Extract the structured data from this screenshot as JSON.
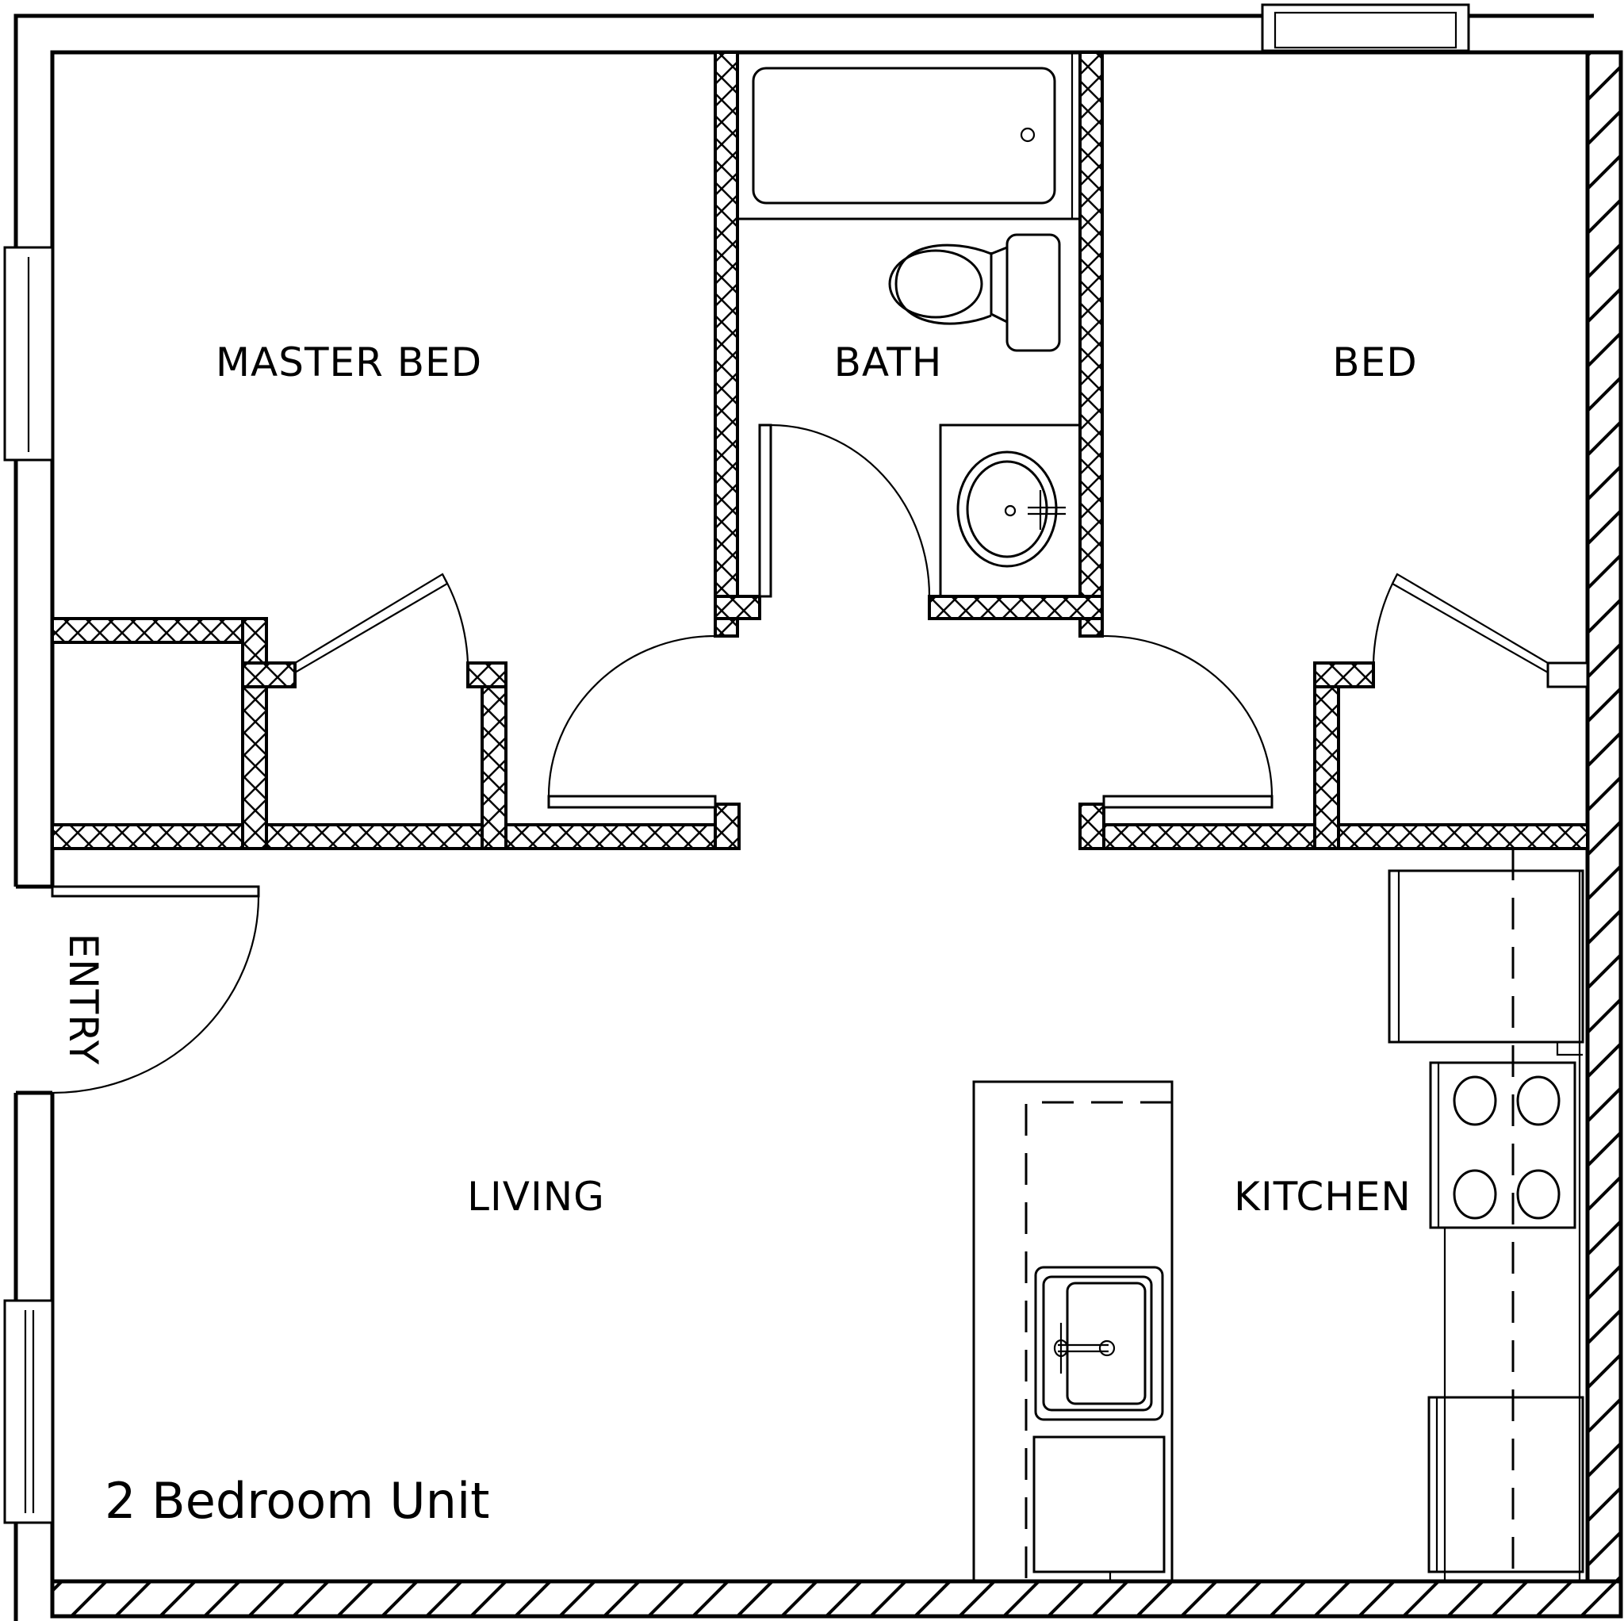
{
  "plan": {
    "title": "2 Bedroom Unit",
    "rooms": {
      "master_bed": "MASTER BED",
      "bath": "BATH",
      "bed": "BED",
      "entry": "ENTRY",
      "living": "LIVING",
      "kitchen": "KITCHEN"
    },
    "colors": {
      "line": "#000000",
      "background": "#ffffff"
    }
  }
}
